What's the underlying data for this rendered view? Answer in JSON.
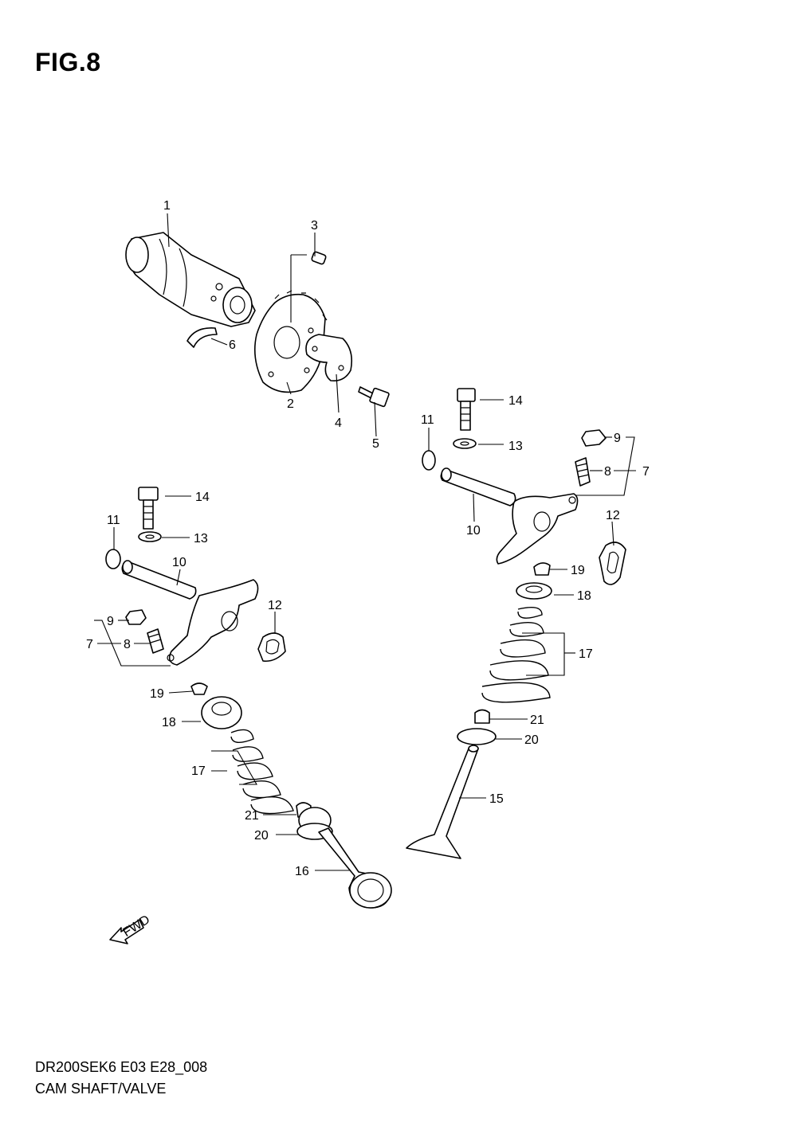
{
  "figure": {
    "title": "FIG.8",
    "model_code": "DR200SEK6 E03 E28_008",
    "section_title": "CAM SHAFT/VALVE"
  },
  "callouts": {
    "c1": "1",
    "c2": "2",
    "c3": "3",
    "c4": "4",
    "c5": "5",
    "c6": "6",
    "c7a": "7",
    "c7b": "7",
    "c8a": "8",
    "c8b": "8",
    "c9a": "9",
    "c9b": "9",
    "c10a": "10",
    "c10b": "10",
    "c11a": "11",
    "c11b": "11",
    "c12a": "12",
    "c12b": "12",
    "c13a": "13",
    "c13b": "13",
    "c14a": "14",
    "c14b": "14",
    "c15": "15",
    "c16": "16",
    "c17a": "17",
    "c17b": "17",
    "c18a": "18",
    "c18b": "18",
    "c19a": "19",
    "c19b": "19",
    "c20a": "20",
    "c20b": "20",
    "c21a": "21",
    "c21b": "21"
  },
  "direction_arrow": {
    "label": "FWD"
  },
  "colors": {
    "line": "#000000",
    "background": "#ffffff"
  }
}
